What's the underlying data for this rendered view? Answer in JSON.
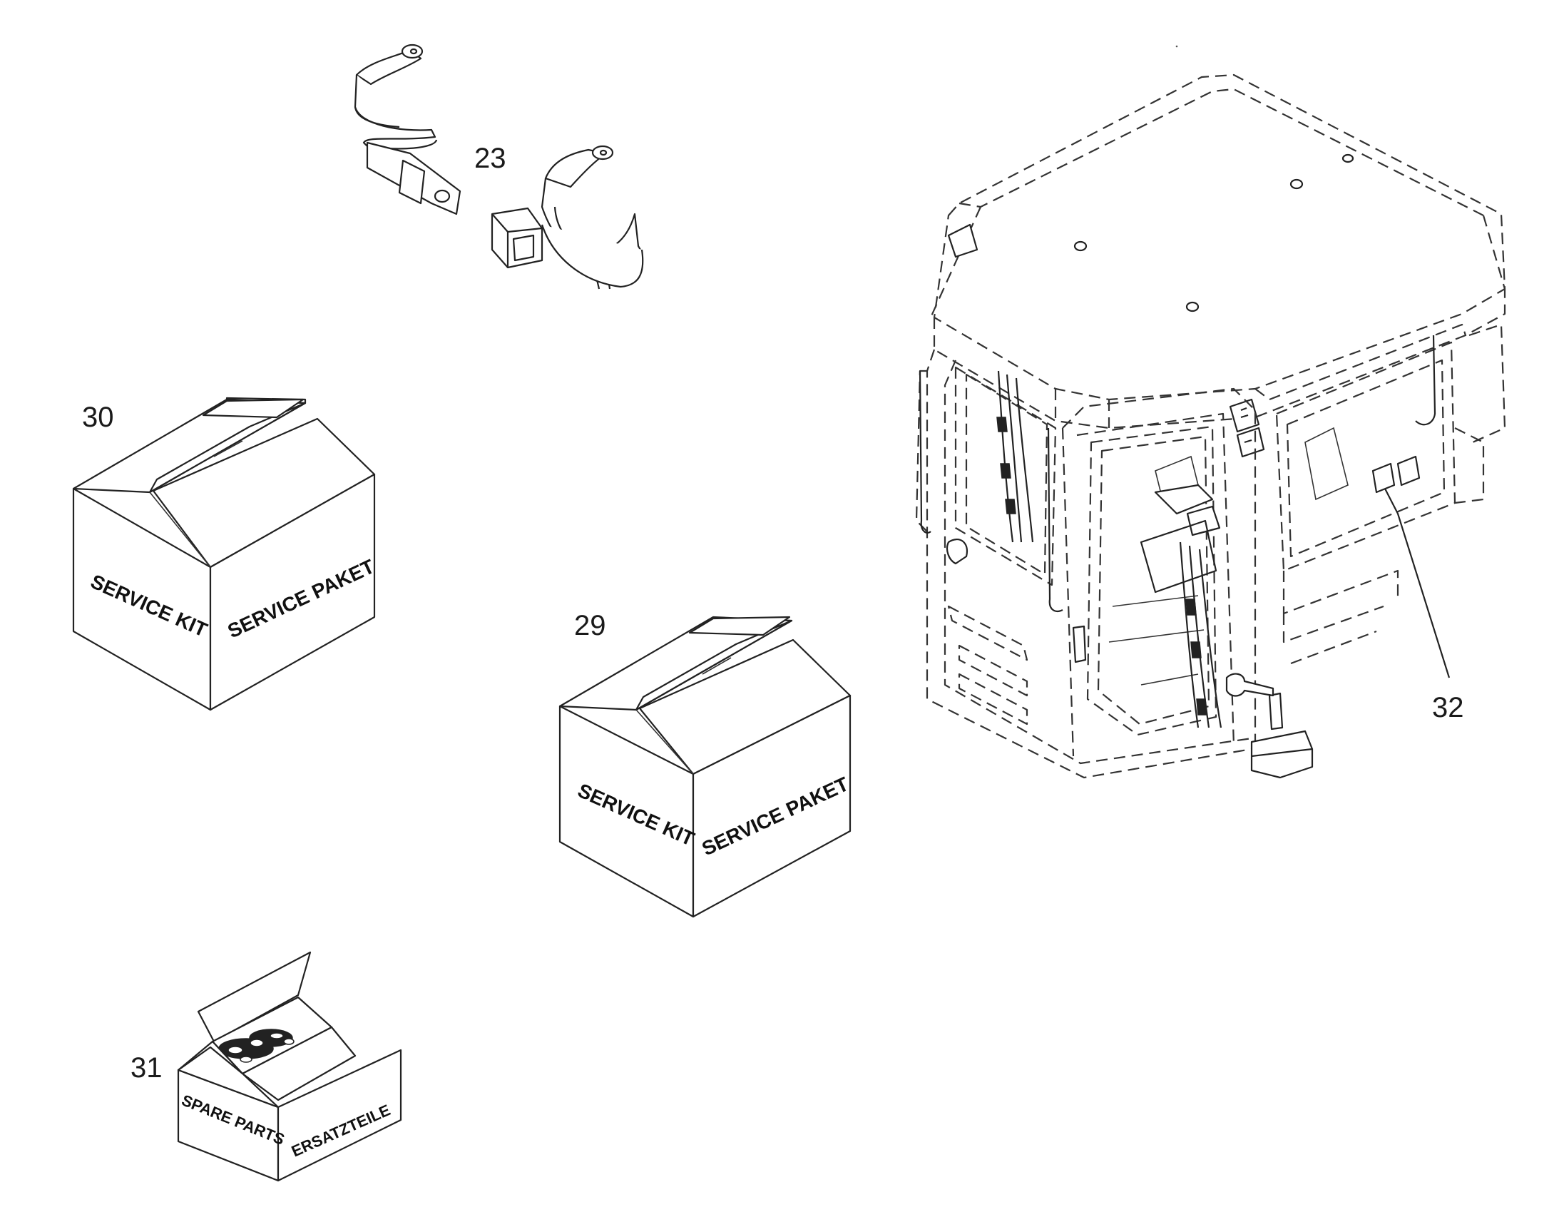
{
  "callouts": {
    "c23": "23",
    "c29": "29",
    "c30": "30",
    "c31": "31",
    "c32": "32"
  },
  "box30": {
    "left_label": "SERVICE KIT",
    "right_label": "SERVICE PAKET"
  },
  "box29": {
    "left_label": "SERVICE KIT",
    "right_label": "SERVICE PAKET"
  },
  "box31": {
    "left_label": "SPARE PARTS",
    "right_label": "ERSATZTEILE"
  }
}
